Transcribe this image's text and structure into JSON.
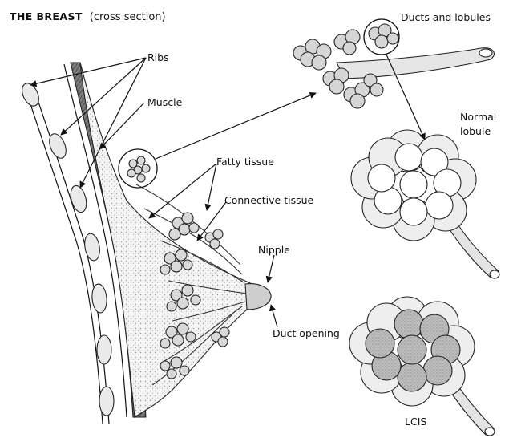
{
  "title": {
    "bold": "THE BREAST",
    "rest": "(cross section)"
  },
  "labels": {
    "ribs": "Ribs",
    "muscle": "Muscle",
    "fatty_tissue": "Fatty tissue",
    "connective_tissue": "Connective tissue",
    "nipple": "Nipple",
    "duct_opening": "Duct opening",
    "ducts_and_lobules": "Ducts and lobules",
    "normal_lobule_line1": "Normal",
    "normal_lobule_line2": "lobule",
    "lcis": "LCIS"
  },
  "colors": {
    "ink": "#222222",
    "tissue": "#f2f2f2",
    "muscle": "#6e6e6e",
    "lcis_fill": "#b9b9b9"
  }
}
